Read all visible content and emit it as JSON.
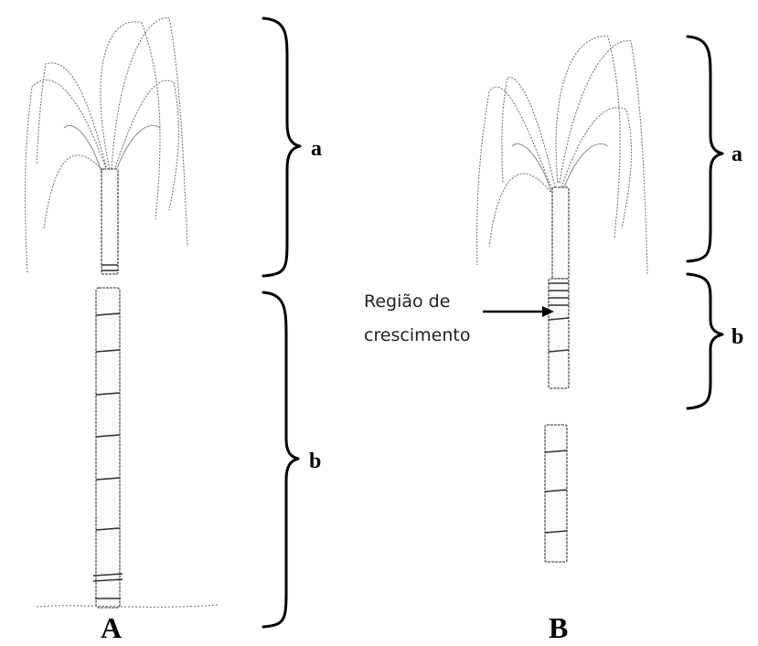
{
  "figure": {
    "panel_a_label": "A",
    "panel_b_label": "B",
    "brace_label_a_left": "a",
    "brace_label_b_left": "b",
    "brace_label_a_right": "a",
    "brace_label_b_right": "b",
    "annotation_line1": "Região de",
    "annotation_line2": "crescimento"
  }
}
